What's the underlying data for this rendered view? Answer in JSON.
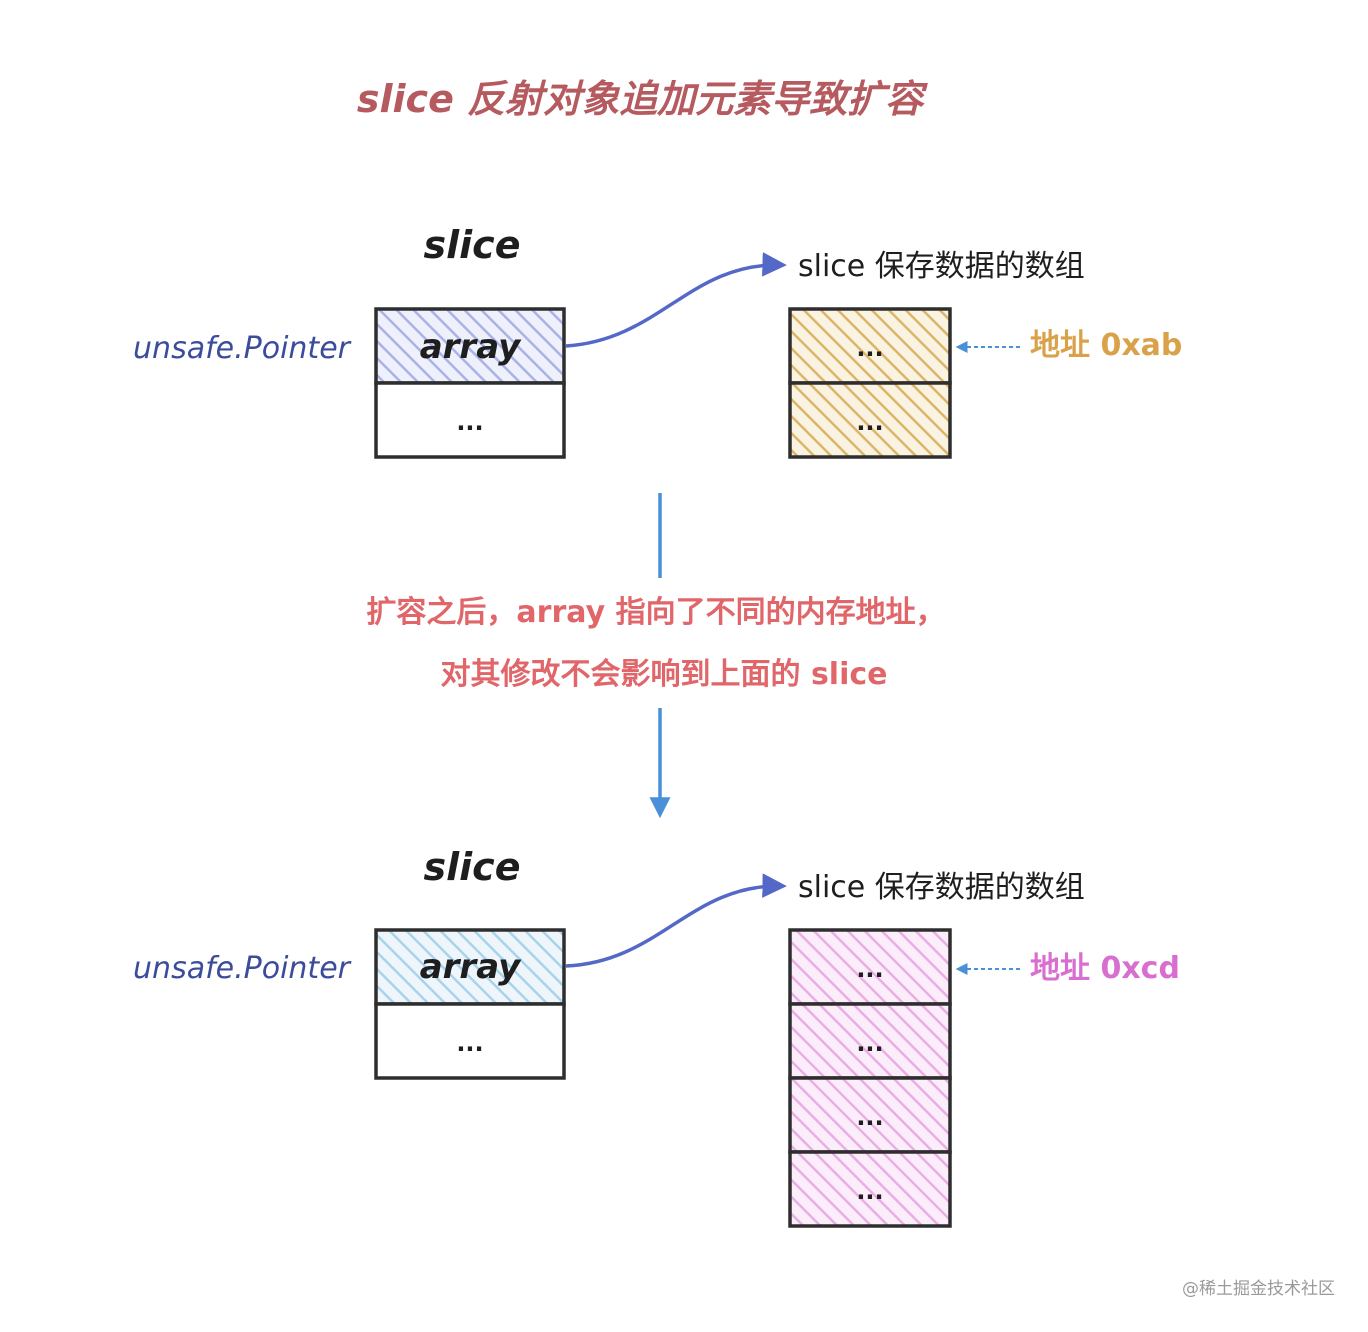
{
  "title": "slice 反射对象追加元素导致扩容",
  "colors": {
    "title": "#b55a5f",
    "pointer_label": "#3b4c9b",
    "arrow": "#5468c8",
    "down_arrow": "#4a90d9",
    "note": "#e0666a",
    "addr_top": "#d9a24a",
    "addr_bottom": "#d86fd0"
  },
  "top": {
    "slice_label": "slice",
    "pointer_label": "unsafe.Pointer",
    "array_label": "array",
    "field_dots": "...",
    "array_caption": "slice 保存数据的数组",
    "cells": [
      "...",
      "..."
    ],
    "address_label": "地址 0xab"
  },
  "note": {
    "line1": "扩容之后，array 指向了不同的内存地址，",
    "line2": "对其修改不会影响到上面的 slice"
  },
  "bottom": {
    "slice_label": "slice",
    "pointer_label": "unsafe.Pointer",
    "array_label": "array",
    "field_dots": "...",
    "array_caption": "slice 保存数据的数组",
    "cells": [
      "...",
      "...",
      "...",
      "..."
    ],
    "address_label": "地址 0xcd"
  },
  "watermark": "@稀土掘金技术社区"
}
